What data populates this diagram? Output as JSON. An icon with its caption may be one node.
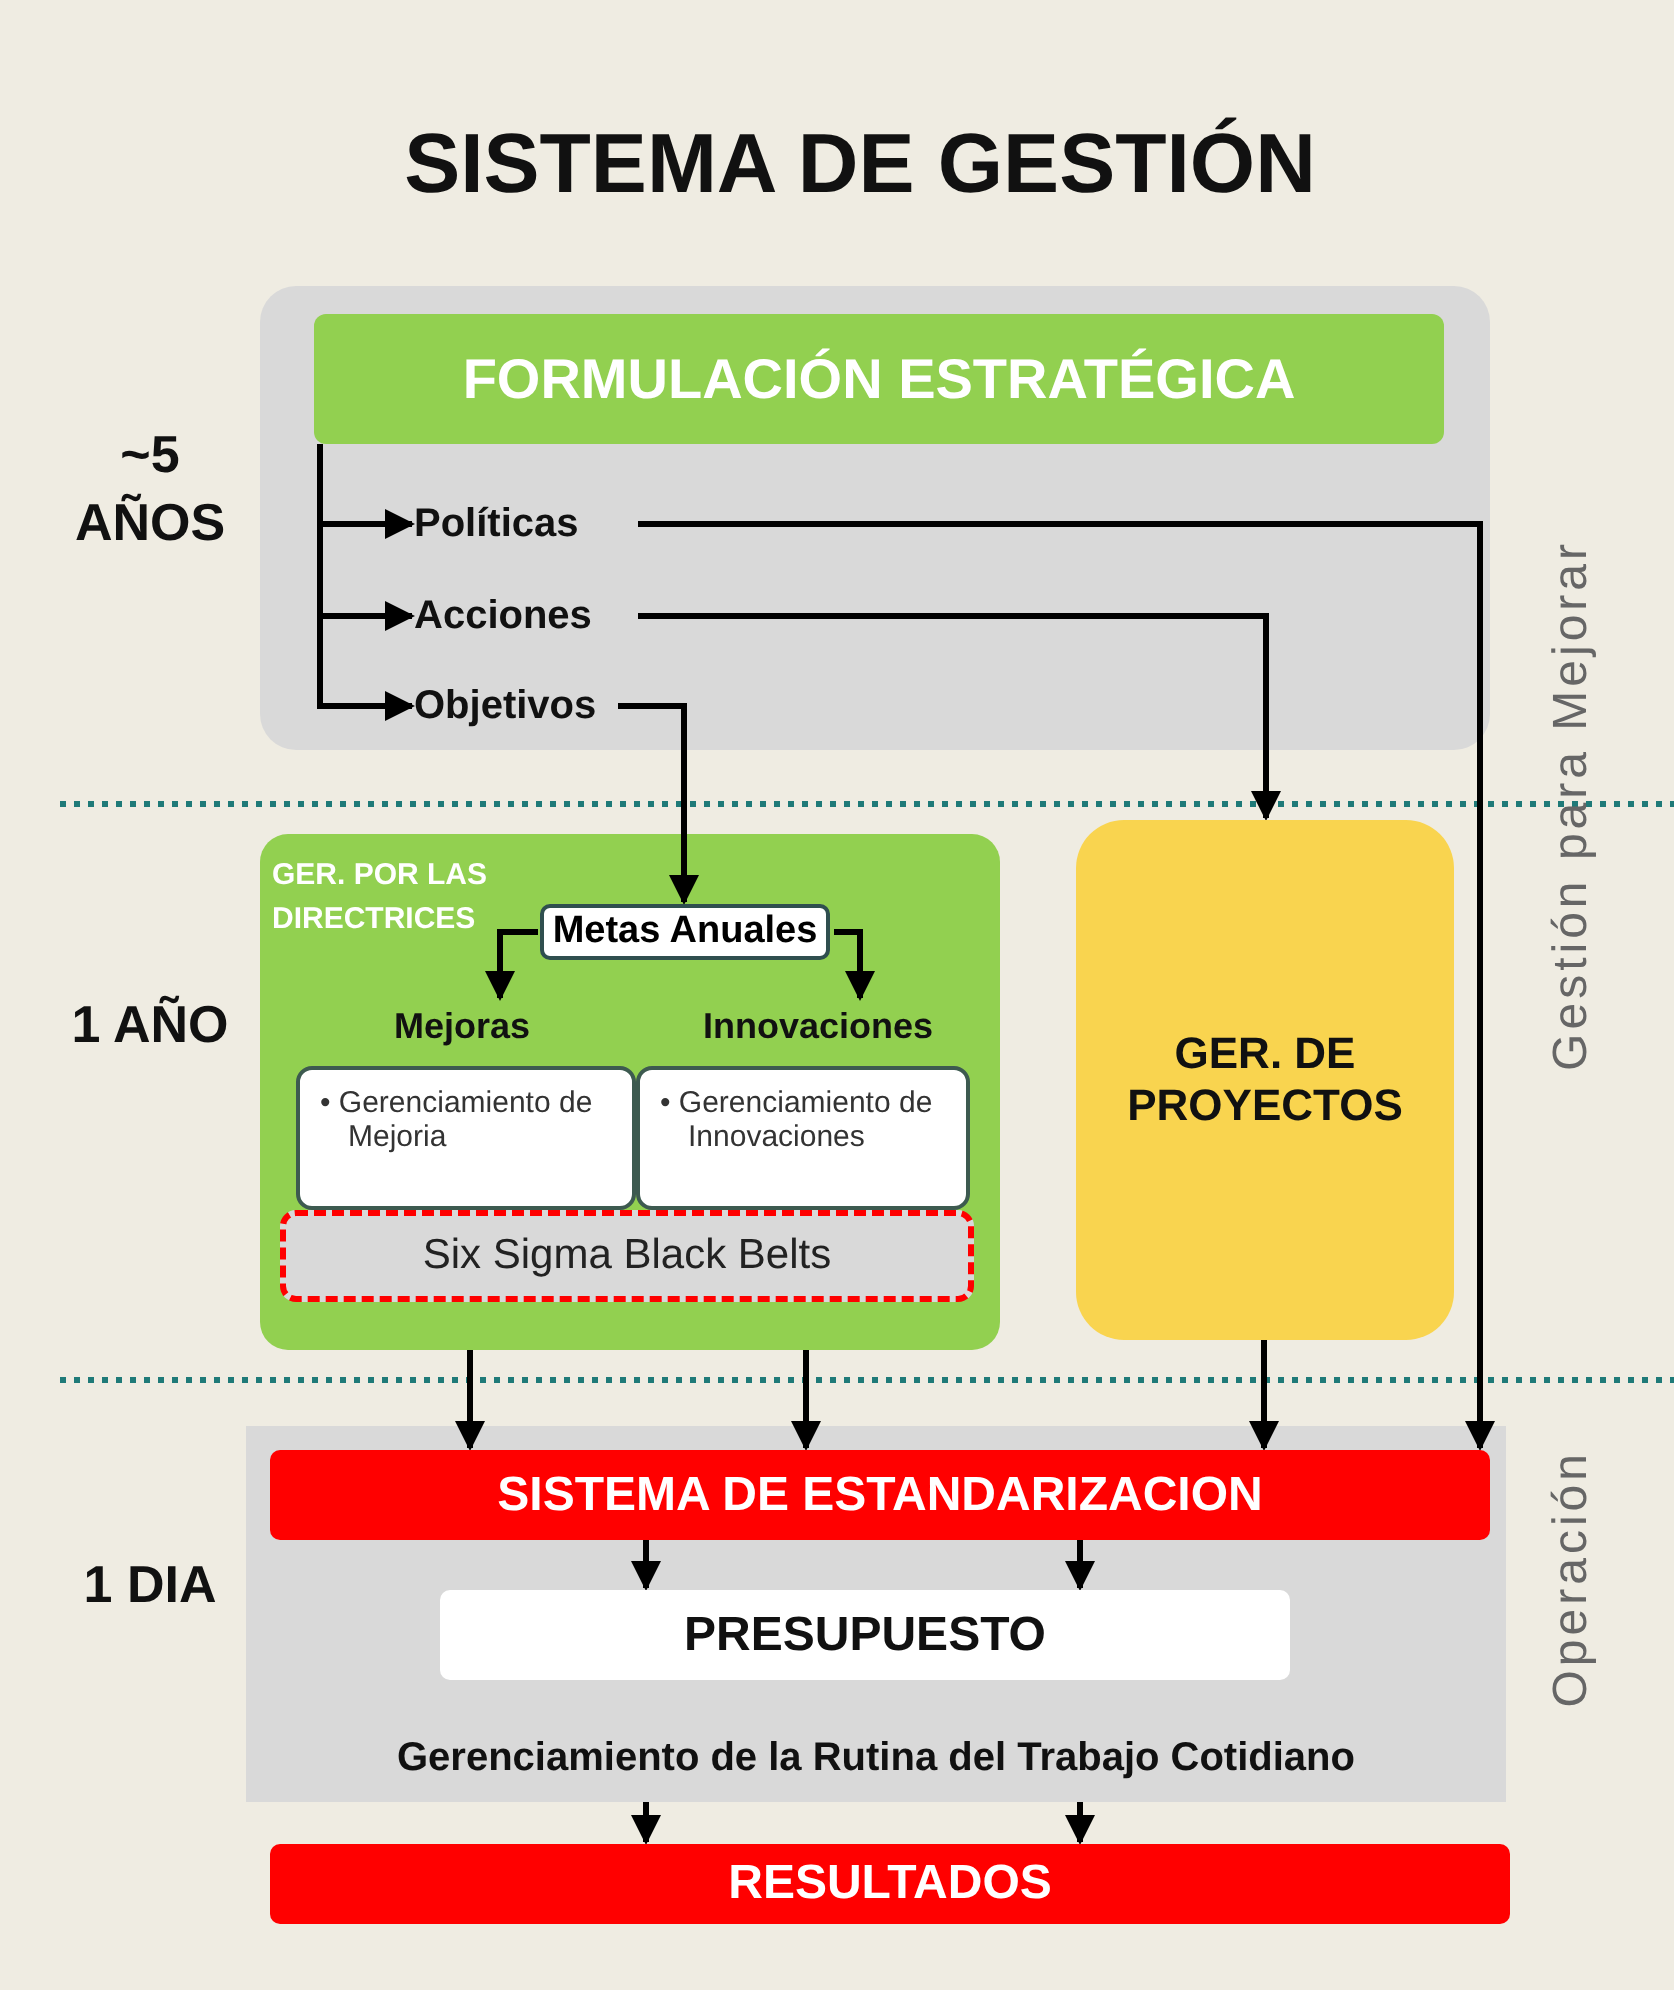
{
  "diagram": {
    "title": "SISTEMA DE GESTIÓN",
    "nodes": [
      {
        "text": [],
        "shape": "box"
      },
      {
        "text": [
          "FORMULACIÓN ESTRATÉGICA"
        ],
        "in": 0
      },
      {
        "text": [
          "Políticas"
        ],
        "in": 0
      },
      {
        "text": [
          "Acciones"
        ],
        "in": 0
      },
      {
        "text": [
          "Objetivos"
        ],
        "in": 0
      },
      {
        "text": [
          "GER. POR LAS DIRECTRICES"
        ]
      },
      {
        "text": [
          "Metas Anuales"
        ],
        "in": 5
      },
      {
        "text": [
          "Mejoras"
        ],
        "in": 5
      },
      {
        "text": [
          "Innovaciones"
        ],
        "in": 5
      },
      {
        "text": [
          "• Gerenciamiento de Mejoria"
        ],
        "in": 5
      },
      {
        "text": [
          "• Gerenciamiento de Innovaciones"
        ],
        "in": 5
      },
      {
        "text": [
          "Six Sigma Black Belts"
        ],
        "in": 5
      },
      {
        "text": [
          "GER. DE PROYECTOS"
        ]
      },
      {
        "text": [
          "Gerenciamiento de la Rutina del Trabajo Cotidiano"
        ]
      },
      {
        "text": [
          "SISTEMA DE ESTANDARIZACION"
        ],
        "in": 13
      },
      {
        "text": [
          "PRESUPUESTO"
        ],
        "in": 13
      },
      {
        "text": [
          "RESULTADOS"
        ]
      }
    ],
    "edges": [
      {
        "from": 1,
        "to": 2,
        "arrow": "to"
      },
      {
        "from": 1,
        "to": 3,
        "arrow": "to"
      },
      {
        "from": 1,
        "to": 4,
        "arrow": "to"
      },
      {
        "from": 4,
        "to": 6,
        "arrow": "to"
      },
      {
        "from": 6,
        "to": 7,
        "arrow": "to"
      },
      {
        "from": 6,
        "to": 8,
        "arrow": "to"
      },
      {
        "from": 3,
        "to": 12,
        "arrow": "to"
      },
      {
        "from": 5,
        "to": 14,
        "arrow": "to"
      },
      {
        "from": 5,
        "to": 14,
        "arrow": "to"
      },
      {
        "from": 12,
        "to": 14,
        "arrow": "to"
      },
      {
        "from": 2,
        "to": 14,
        "arrow": "to"
      },
      {
        "from": 14,
        "to": 15,
        "arrow": "to"
      },
      {
        "from": 14,
        "to": 15,
        "arrow": "to"
      },
      {
        "from": 13,
        "to": 16,
        "arrow": "to"
      },
      {
        "from": 13,
        "to": 16,
        "arrow": "to"
      }
    ],
    "labels": [
      "~5 AÑOS",
      "1 AÑO",
      "1 DIA",
      "Gestión para Mejorar",
      "Operación"
    ]
  }
}
